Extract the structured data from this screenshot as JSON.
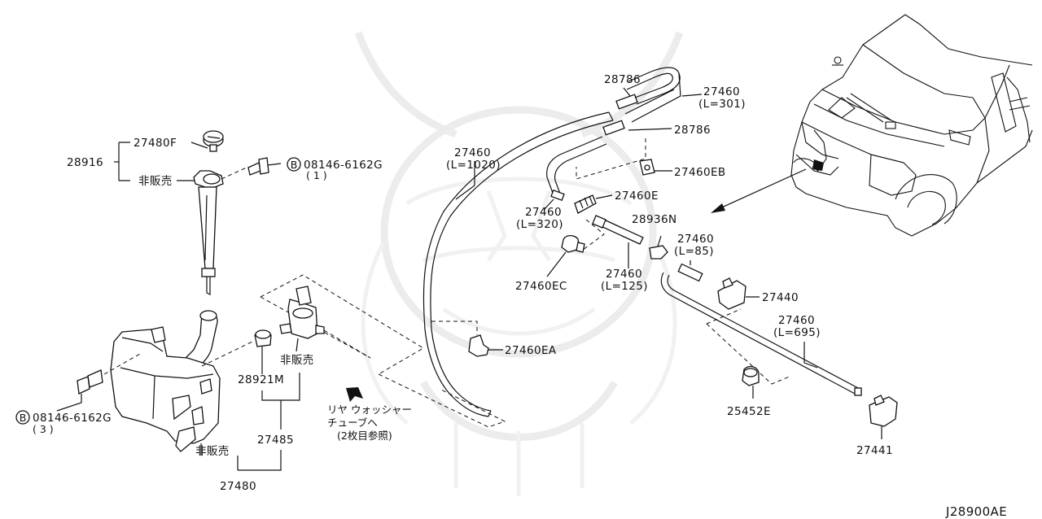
{
  "diagram_id": "J28900AE",
  "circle_marker": "B",
  "labels": {
    "p28916": "28916",
    "p27480f": "27480F",
    "not_for_sale_1": "非販売",
    "bolt_top": "08146-6162G",
    "bolt_top_qty": "( 1 )",
    "bolt_left": "08146-6162G",
    "bolt_left_qty": "( 3 )",
    "p28921m": "28921M",
    "not_for_sale_2": "非販売",
    "p27485": "27485",
    "not_for_sale_3": "非販売",
    "p27480": "27480",
    "rear_washer_1": "リヤ ウォッシャー",
    "rear_washer_2": "チューブへ",
    "rear_washer_3": "(2枚目参照)",
    "p27460_l1020_a": "27460",
    "p27460_l1020_b": "(L=1020)",
    "p28786_a": "28786",
    "p27460_l301_a": "27460",
    "p27460_l301_b": "(L=301)",
    "p28786_b": "28786",
    "p27460eb": "27460EB",
    "p27460e": "27460E",
    "p27460_l320_a": "27460",
    "p27460_l320_b": "(L=320)",
    "p28936n": "28936N",
    "p27460_l85_a": "27460",
    "p27460_l85_b": "(L=85)",
    "p27460ec": "27460EC",
    "p27460_l125_a": "27460",
    "p27460_l125_b": "(L=125)",
    "p27440": "27440",
    "p27460_l695_a": "27460",
    "p27460_l695_b": "(L=695)",
    "p27460ea": "27460EA",
    "p25452e": "25452E",
    "p27441": "27441"
  }
}
